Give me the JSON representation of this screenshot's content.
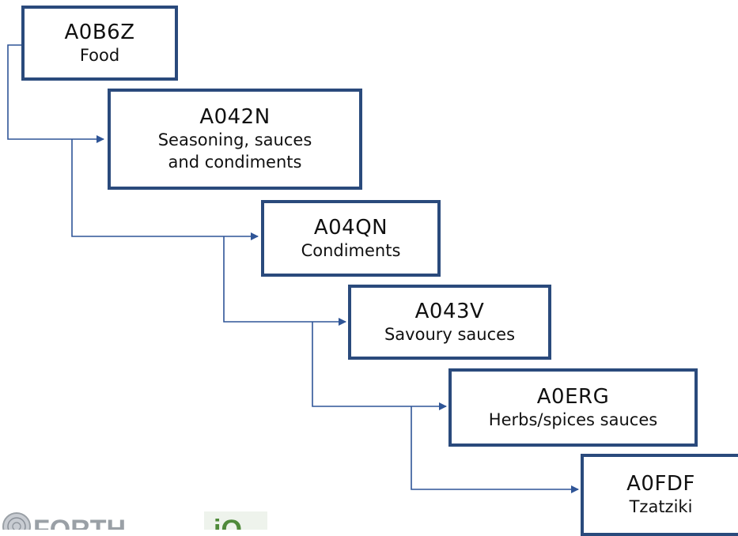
{
  "diagram": {
    "nodes": [
      {
        "code": "A0B6Z",
        "label": "Food"
      },
      {
        "code": "A042N",
        "label": "Seasoning, sauces\nand condiments"
      },
      {
        "code": "A04QN",
        "label": "Condiments"
      },
      {
        "code": "A043V",
        "label": "Savoury sauces"
      },
      {
        "code": "A0ERG",
        "label": "Herbs/spices sauces"
      },
      {
        "code": "A0FDF",
        "label": "Tzatziki"
      }
    ]
  },
  "colors": {
    "border": "#2a4a7c",
    "connector": "#2f5597",
    "logo_grey": "#9aa0a6",
    "logo_green": "#4f8a3a"
  },
  "logos": [
    {
      "name": "forth-logo-icon",
      "text": "FORTH"
    },
    {
      "name": "iq-logo-icon",
      "text": "iQ"
    }
  ]
}
